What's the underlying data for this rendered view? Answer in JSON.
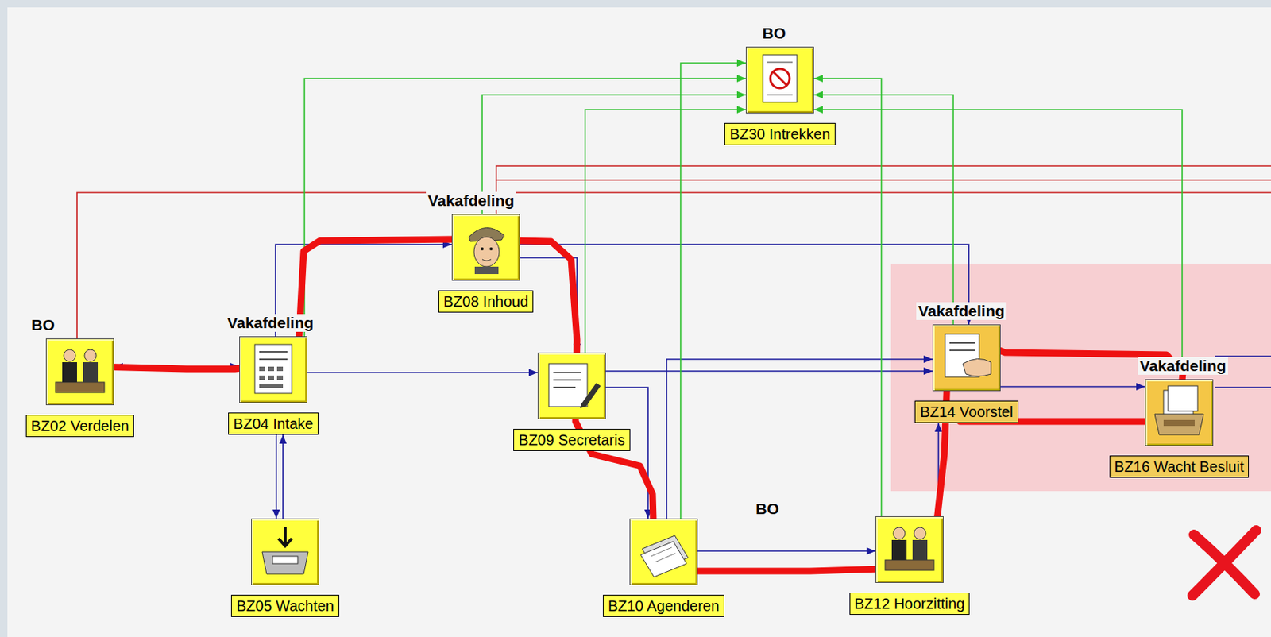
{
  "diagram": {
    "nodes": [
      {
        "text": [
          "BO",
          "BZ02 Verdelen"
        ]
      },
      {
        "text": [
          "Vakafdeling",
          "BZ04 Intake"
        ]
      },
      {
        "text": [
          "BZ05 Wachten"
        ]
      },
      {
        "text": [
          "Vakafdeling",
          "BZ08 Inhoud"
        ]
      },
      {
        "text": [
          "BZ09 Secretaris"
        ]
      },
      {
        "text": [
          "BZ10 Agenderen"
        ]
      },
      {
        "text": [
          "BZ12 Hoorzitting"
        ]
      },
      {
        "text": [
          "Vakafdeling",
          "BZ14 Voorstel"
        ]
      },
      {
        "text": [
          "Vakafdeling",
          "BZ16 Wacht Besluit"
        ]
      },
      {
        "text": [
          "BO",
          "BZ30 Intrekken"
        ]
      }
    ],
    "edges": [
      {
        "from": 0,
        "to": 1,
        "arrow": "both"
      },
      {
        "from": 1,
        "to": 2,
        "arrow": "to"
      },
      {
        "from": 2,
        "to": 1,
        "arrow": "to"
      },
      {
        "from": 1,
        "to": 3,
        "arrow": "to"
      },
      {
        "from": 1,
        "to": 4,
        "arrow": "to"
      },
      {
        "from": 3,
        "to": 4,
        "arrow": "to"
      },
      {
        "from": 3,
        "to": 7,
        "arrow": "to"
      },
      {
        "from": 4,
        "to": 7,
        "arrow": "to"
      },
      {
        "from": 4,
        "to": 5,
        "arrow": "to"
      },
      {
        "from": 5,
        "to": 7,
        "arrow": "to"
      },
      {
        "from": 5,
        "to": 6,
        "arrow": "to"
      },
      {
        "from": 6,
        "to": 7,
        "arrow": "to"
      },
      {
        "from": 7,
        "to": 8,
        "arrow": "to"
      },
      {
        "from": 1,
        "to": 9,
        "arrow": "to"
      },
      {
        "from": 3,
        "to": 9,
        "arrow": "to"
      },
      {
        "from": 4,
        "to": 9,
        "arrow": "to"
      },
      {
        "from": 5,
        "to": 9,
        "arrow": "to"
      },
      {
        "from": 6,
        "to": 9,
        "arrow": "to"
      },
      {
        "from": 7,
        "to": 9,
        "arrow": "to"
      },
      {
        "from": 8,
        "to": 9,
        "arrow": "to"
      }
    ],
    "labels": [
      "BO"
    ]
  }
}
